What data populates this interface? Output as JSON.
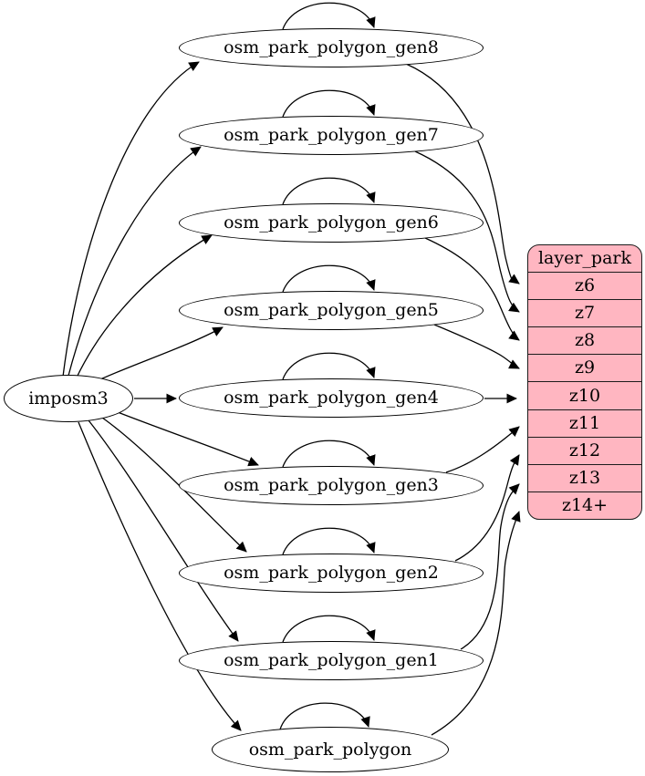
{
  "colors": {
    "background": "#ffffff",
    "table_node_fill": "#ffffff",
    "node_stroke": "#000000",
    "layer_node_fill": "#ffb6c1",
    "layer_node_stroke": "#1c1c1c",
    "edge": "#000000",
    "text": "#000000"
  },
  "nodes": {
    "source": {
      "id": "imposm3",
      "label": "imposm3"
    },
    "tables": [
      {
        "id": "osm_park_polygon_gen8",
        "label": "osm_park_polygon_gen8"
      },
      {
        "id": "osm_park_polygon_gen7",
        "label": "osm_park_polygon_gen7"
      },
      {
        "id": "osm_park_polygon_gen6",
        "label": "osm_park_polygon_gen6"
      },
      {
        "id": "osm_park_polygon_gen5",
        "label": "osm_park_polygon_gen5"
      },
      {
        "id": "osm_park_polygon_gen4",
        "label": "osm_park_polygon_gen4"
      },
      {
        "id": "osm_park_polygon_gen3",
        "label": "osm_park_polygon_gen3"
      },
      {
        "id": "osm_park_polygon_gen2",
        "label": "osm_park_polygon_gen2"
      },
      {
        "id": "osm_park_polygon_gen1",
        "label": "osm_park_polygon_gen1"
      },
      {
        "id": "osm_park_polygon",
        "label": "osm_park_polygon"
      }
    ],
    "layer": {
      "id": "layer_park",
      "header": "layer_park",
      "rows": [
        "z6",
        "z7",
        "z8",
        "z9",
        "z10",
        "z11",
        "z12",
        "z13",
        "z14+"
      ]
    }
  },
  "edges": {
    "from_source": [
      {
        "from": "imposm3",
        "to": "osm_park_polygon_gen8"
      },
      {
        "from": "imposm3",
        "to": "osm_park_polygon_gen7"
      },
      {
        "from": "imposm3",
        "to": "osm_park_polygon_gen6"
      },
      {
        "from": "imposm3",
        "to": "osm_park_polygon_gen5"
      },
      {
        "from": "imposm3",
        "to": "osm_park_polygon_gen4"
      },
      {
        "from": "imposm3",
        "to": "osm_park_polygon_gen3"
      },
      {
        "from": "imposm3",
        "to": "osm_park_polygon_gen2"
      },
      {
        "from": "imposm3",
        "to": "osm_park_polygon_gen1"
      },
      {
        "from": "imposm3",
        "to": "osm_park_polygon"
      }
    ],
    "self_loops": [
      "osm_park_polygon_gen8",
      "osm_park_polygon_gen7",
      "osm_park_polygon_gen6",
      "osm_park_polygon_gen5",
      "osm_park_polygon_gen4",
      "osm_park_polygon_gen3",
      "osm_park_polygon_gen2",
      "osm_park_polygon_gen1",
      "osm_park_polygon"
    ],
    "to_layer_rows": [
      {
        "from": "osm_park_polygon_gen8",
        "to": "z6"
      },
      {
        "from": "osm_park_polygon_gen7",
        "to": "z7"
      },
      {
        "from": "osm_park_polygon_gen6",
        "to": "z8"
      },
      {
        "from": "osm_park_polygon_gen5",
        "to": "z9"
      },
      {
        "from": "osm_park_polygon_gen4",
        "to": "z10"
      },
      {
        "from": "osm_park_polygon_gen3",
        "to": "z11"
      },
      {
        "from": "osm_park_polygon_gen2",
        "to": "z12"
      },
      {
        "from": "osm_park_polygon_gen1",
        "to": "z13"
      },
      {
        "from": "osm_park_polygon",
        "to": "z14+"
      }
    ]
  }
}
